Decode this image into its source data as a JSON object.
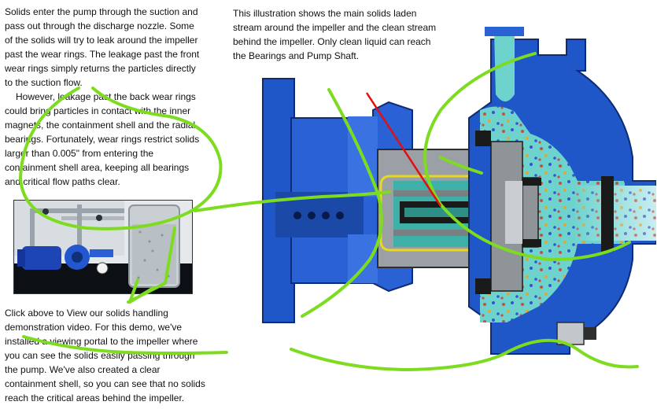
{
  "intro": {
    "para1": "Solids enter the pump through the suction and pass out through the discharge nozzle. Some of the solids will try to leak around the impeller past the wear rings. The leakage past the front wear rings simply returns the particles directly to the suction flow.",
    "para2": "However, leakage past the back wear rings could bring particles in contact with the inner magnets, the containment shell and the radial bearings. Fortunately, wear rings restrict solids larger than 0.005\" from entering the containment shell area, keeping all bearings and critical flow paths clear."
  },
  "caption": "This illustration shows the main solids laden stream around the impeller and the clean stream behind the impeller. Only clean liquid can reach the Bearings and Pump Shaft.",
  "demo": {
    "text": "Click above to View our solids handling demonstration video. For this demo, we've installed a viewing portal to the impeller where you can see the solids easily passing through the pump. We've also created a clear containment shell, so you can see that no solids reach the critical areas behind the impeller."
  },
  "colors": {
    "casing_blue": "#1f56c8",
    "solids_stream": "#6fd3cd",
    "clean_stream": "#3fb0a8",
    "annotation_green": "#7ddc1f",
    "pointer_red": "#e01010",
    "shell_yellow": "#e8d820"
  }
}
